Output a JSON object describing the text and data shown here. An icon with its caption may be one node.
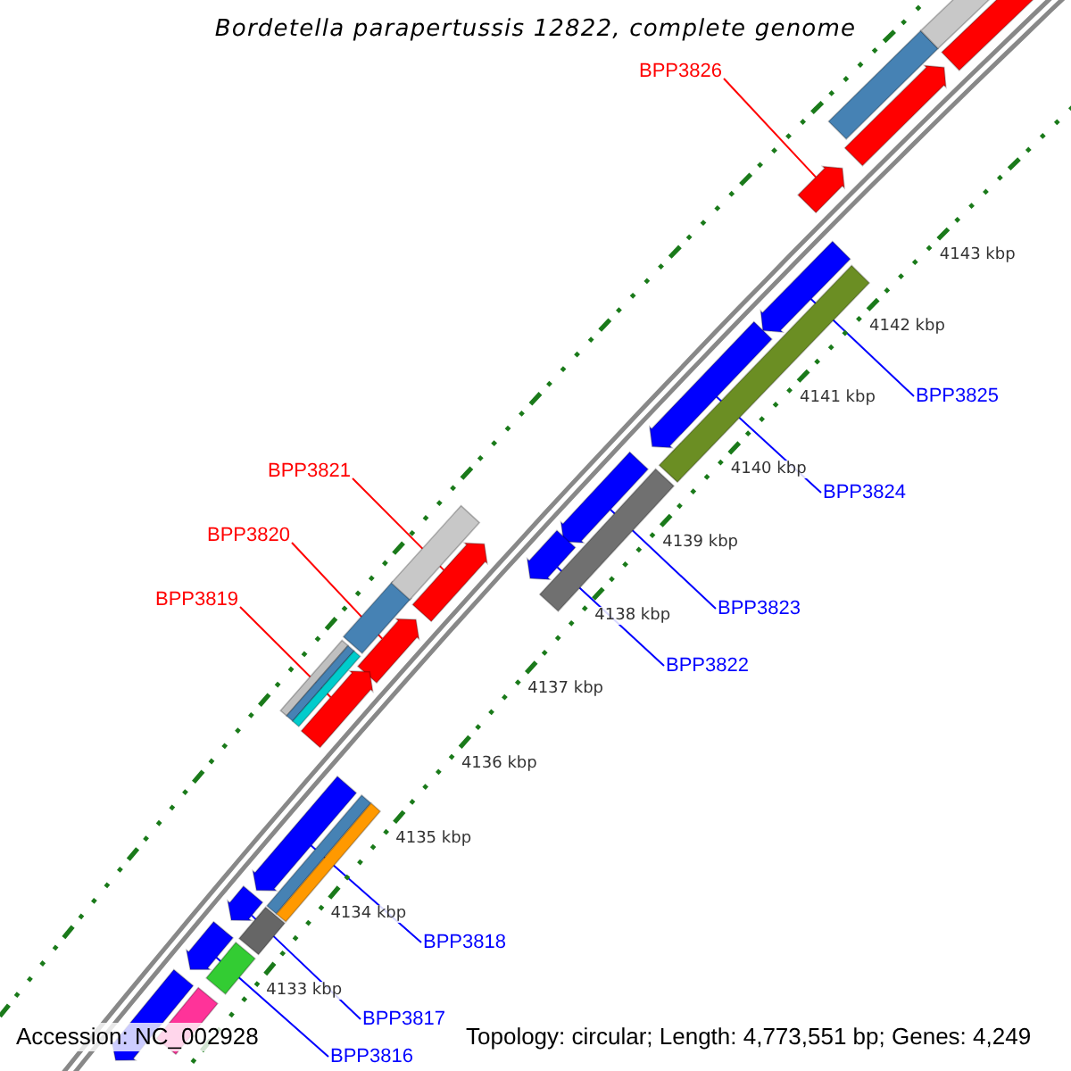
{
  "diagram": {
    "title": "Bordetella parapertussis 12822, complete genome",
    "nodes": [
      {
        "text": [
          "BPP3826"
        ]
      },
      {
        "text": [
          "BPP3825"
        ]
      },
      {
        "text": [
          "BPP3821"
        ]
      },
      {
        "text": [
          "BPP3824"
        ]
      },
      {
        "text": [
          "BPP3820"
        ]
      },
      {
        "text": [
          "BPP3819"
        ]
      },
      {
        "text": [
          "BPP3823"
        ]
      },
      {
        "text": [
          "BPP3822"
        ]
      },
      {
        "text": [
          "BPP3818"
        ]
      },
      {
        "text": [
          "BPP3817"
        ]
      },
      {
        "text": [
          "BPP3816"
        ]
      },
      {
        "text": [],
        "shape": "arrow"
      },
      {
        "text": [],
        "shape": "arrow"
      },
      {
        "text": [],
        "shape": "arrow"
      },
      {
        "text": [],
        "shape": "arrow"
      },
      {
        "text": [],
        "shape": "arrow"
      },
      {
        "text": [],
        "shape": "arrow"
      },
      {
        "text": [],
        "shape": "arrow"
      },
      {
        "text": [],
        "shape": "arrow"
      },
      {
        "text": [],
        "shape": "arrow"
      },
      {
        "text": [],
        "shape": "arrow"
      },
      {
        "text": [],
        "shape": "arrow"
      },
      {
        "text": [],
        "shape": "arrow"
      },
      {
        "text": [],
        "shape": "arrow"
      },
      {
        "text": [],
        "shape": "arrow"
      }
    ],
    "edges": [
      {
        "from": 0,
        "to": 11,
        "arrow": "none",
        "color": "#ff0000"
      },
      {
        "from": 1,
        "to": 12,
        "arrow": "none"
      },
      {
        "from": 2,
        "to": 14,
        "arrow": "none",
        "color": "#ff0000"
      },
      {
        "from": 3,
        "to": 13,
        "arrow": "none"
      },
      {
        "from": 4,
        "to": 16,
        "arrow": "none",
        "color": "#ff0000"
      },
      {
        "from": 5,
        "to": 18,
        "arrow": "none",
        "color": "#ff0000"
      },
      {
        "from": 6,
        "to": 15,
        "arrow": "none"
      },
      {
        "from": 7,
        "to": 17,
        "arrow": "none"
      },
      {
        "from": 8,
        "to": 19,
        "arrow": "none"
      },
      {
        "from": 9,
        "to": 20,
        "arrow": "none"
      },
      {
        "from": 10,
        "to": 21,
        "arrow": "none"
      }
    ],
    "labels": [
      "4143 kbp",
      "4142 kbp",
      "4141 kbp",
      "4140 kbp",
      "4139 kbp",
      "4138 kbp",
      "4137 kbp",
      "4136 kbp",
      "4135 kbp",
      "4134 kbp",
      "4133 kbp",
      "Accession: NC_002928",
      "Topology: circular; Length: 4,773,551 bp; Genes: 4,249"
    ]
  }
}
